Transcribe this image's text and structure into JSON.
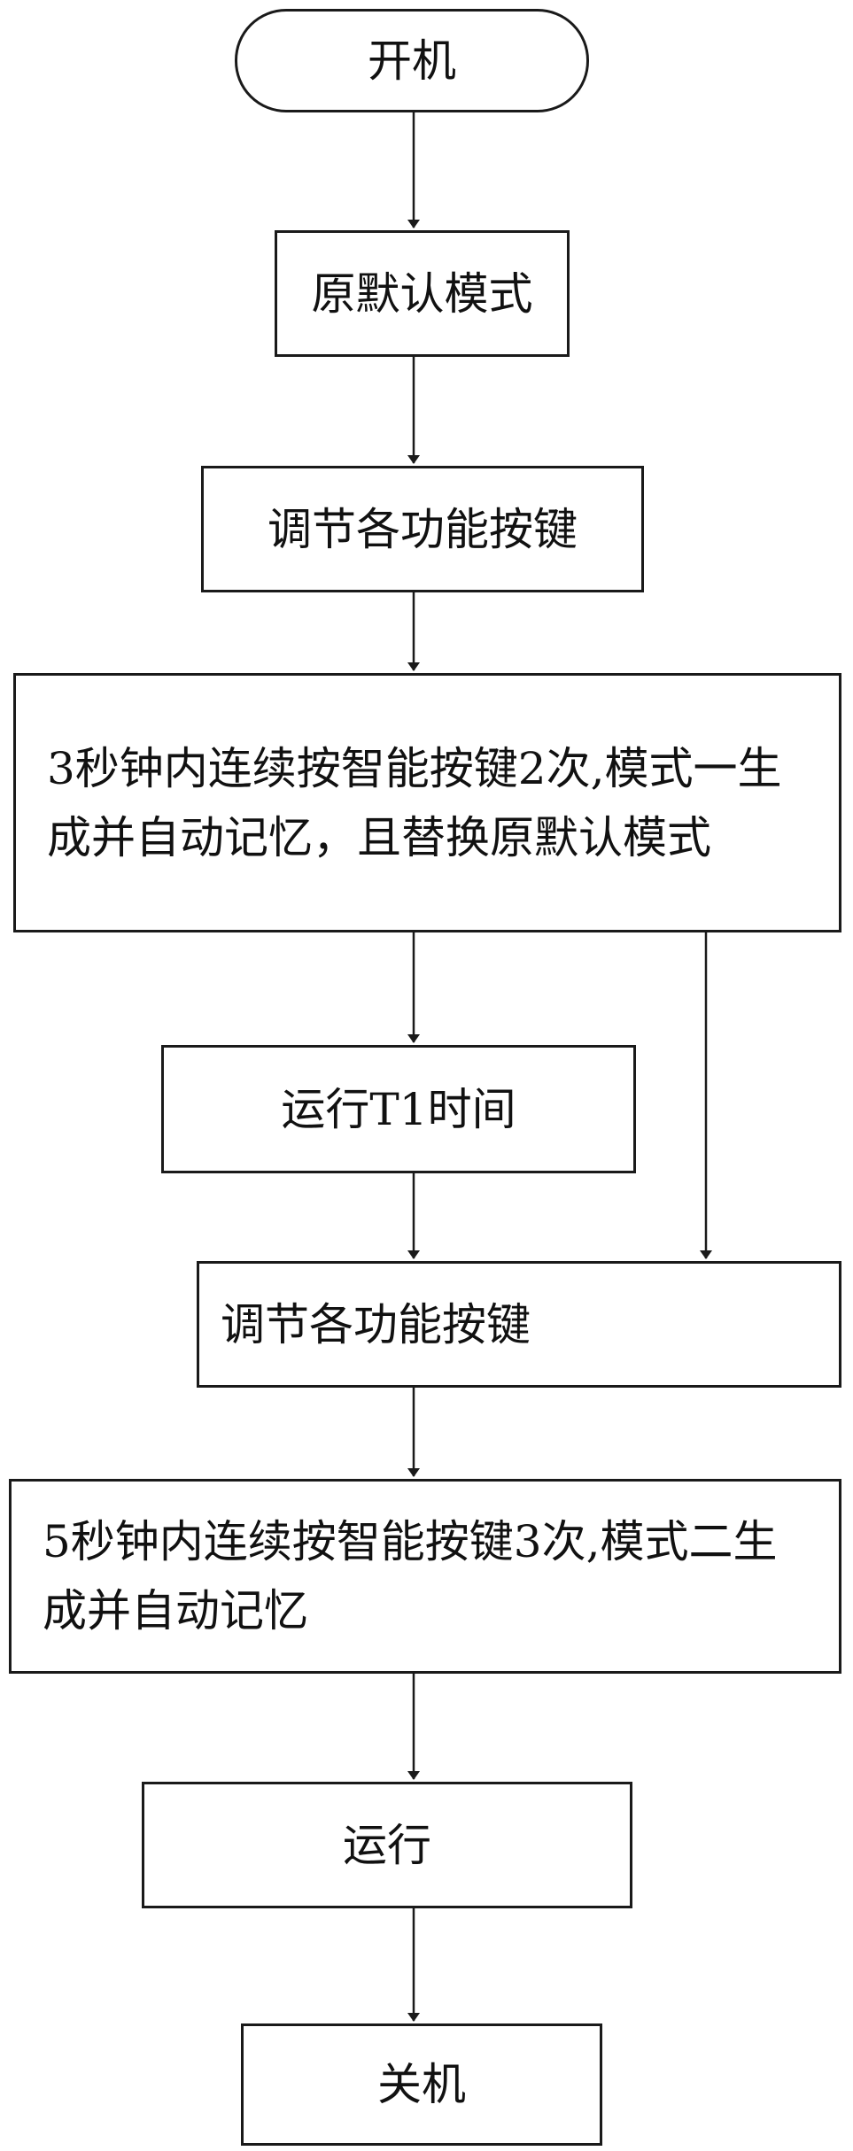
{
  "flowchart": {
    "start": "开机",
    "default_mode": "原默认模式",
    "adjust_1": "调节各功能按键",
    "mode_one": "3秒钟内连续按智能按键2次,模式一生成并自动记忆，且替换原默认模式",
    "run_t1": "运行T1时间",
    "adjust_2": "调节各功能按键",
    "mode_two": "5秒钟内连续按智能按键3次,模式二生成并自动记忆",
    "run": "运行",
    "power_off": "关机"
  }
}
